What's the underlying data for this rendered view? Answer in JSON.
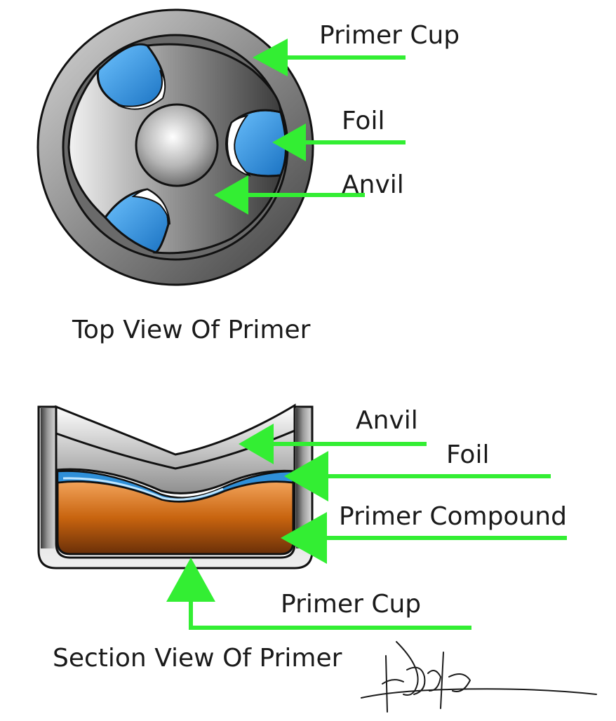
{
  "top_view": {
    "caption": "Top View Of Primer",
    "labels": {
      "primer_cup": "Primer Cup",
      "foil": "Foil",
      "anvil": "Anvil"
    }
  },
  "section_view": {
    "caption": "Section View Of Primer",
    "labels": {
      "anvil": "Anvil",
      "foil": "Foil",
      "primer_compound": "Primer Compound",
      "primer_cup": "Primer Cup"
    }
  },
  "signature": "LaPorta",
  "colors": {
    "arrow": "#33ee33",
    "foil_blue": "#2f8fd8",
    "compound_orange": "#c8640f",
    "metal_dark": "#555555"
  }
}
